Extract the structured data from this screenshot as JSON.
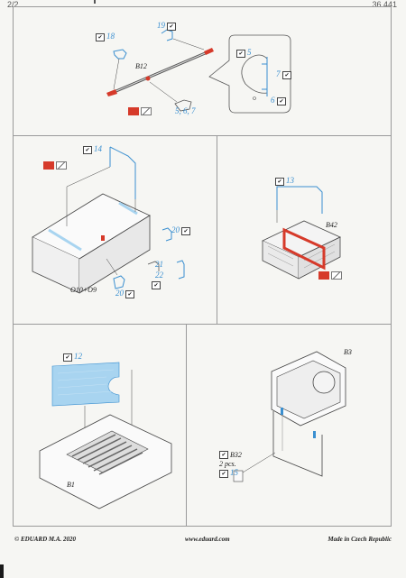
{
  "header": {
    "page_num": "2/2",
    "page_code": "36 441"
  },
  "colors": {
    "accent_red": "#d63a2a",
    "part_blue": "#3a8fd0",
    "photoetch_blue": "#a8d4f0"
  },
  "panel1": {
    "parts": {
      "p18": "18",
      "p19": "19",
      "p5": "5",
      "p7": "7",
      "p6": "6",
      "group": "5, 6, 7"
    },
    "label": "B12"
  },
  "panel2": {
    "parts": {
      "p14": "14",
      "p20a": "20",
      "p21": "21",
      "p22": "22",
      "p20b": "20"
    },
    "label": "O10+O9"
  },
  "panel3": {
    "parts": {
      "p13": "13"
    },
    "label": "B42"
  },
  "panel4": {
    "parts": {
      "p12": "12"
    },
    "label": "B1"
  },
  "panel5": {
    "parts": {
      "p15": "15"
    },
    "label_b3": "B3",
    "label_b32": "B32",
    "qty": "2 pcs."
  },
  "icons": {
    "check": "✔"
  },
  "footer": {
    "copyright": "© EDUARD  M.A. 2020",
    "url": "www.eduard.com",
    "made_in": "Made in Czech Republic"
  }
}
